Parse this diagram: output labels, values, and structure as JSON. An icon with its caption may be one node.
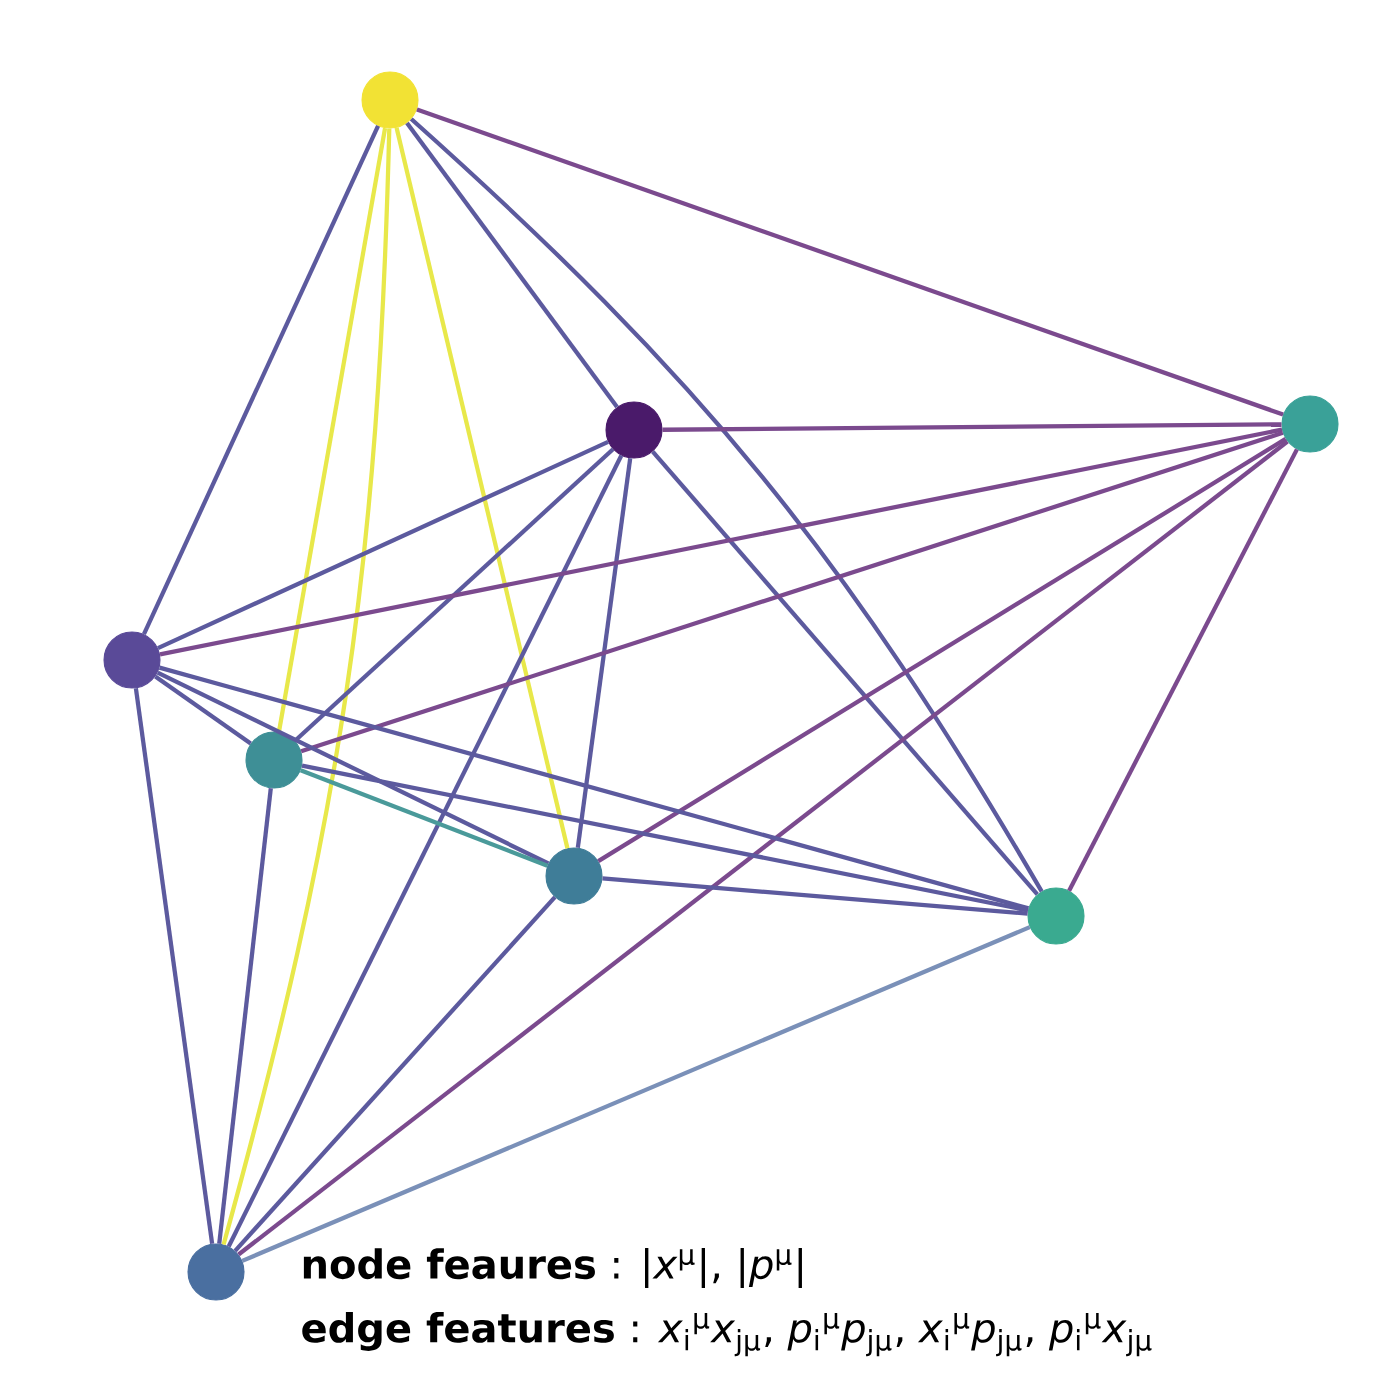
{
  "diagram": {
    "nodes": [
      {
        "text": [],
        "shape": "circle"
      },
      {
        "text": [],
        "shape": "circle"
      },
      {
        "text": [],
        "shape": "circle"
      },
      {
        "text": [],
        "shape": "circle"
      },
      {
        "text": [],
        "shape": "circle"
      },
      {
        "text": [],
        "shape": "circle"
      },
      {
        "text": [],
        "shape": "circle"
      },
      {
        "text": [],
        "shape": "circle"
      }
    ],
    "edges": [
      {
        "from": 0,
        "to": 1,
        "arrow": "none"
      },
      {
        "from": 0,
        "to": 2,
        "arrow": "none",
        "color": "#7b4a8e"
      },
      {
        "from": 0,
        "to": 3,
        "arrow": "none"
      },
      {
        "from": 0,
        "to": 4,
        "arrow": "none",
        "color": "#e8e84a"
      },
      {
        "from": 0,
        "to": 5,
        "arrow": "none",
        "color": "#e8e84a"
      },
      {
        "from": 0,
        "to": 6,
        "arrow": "none"
      },
      {
        "from": 0,
        "to": 7,
        "arrow": "none",
        "color": "#e8e84a"
      },
      {
        "from": 1,
        "to": 2,
        "arrow": "none",
        "color": "#7b4a8e"
      },
      {
        "from": 1,
        "to": 3,
        "arrow": "none"
      },
      {
        "from": 1,
        "to": 4,
        "arrow": "none"
      },
      {
        "from": 1,
        "to": 5,
        "arrow": "none"
      },
      {
        "from": 1,
        "to": 6,
        "arrow": "none"
      },
      {
        "from": 1,
        "to": 7,
        "arrow": "none"
      },
      {
        "from": 2,
        "to": 3,
        "arrow": "none",
        "color": "#7b4a8e"
      },
      {
        "from": 2,
        "to": 4,
        "arrow": "none",
        "color": "#7b4a8e"
      },
      {
        "from": 2,
        "to": 5,
        "arrow": "none",
        "color": "#7b4a8e"
      },
      {
        "from": 2,
        "to": 6,
        "arrow": "none",
        "color": "#7b4a8e"
      },
      {
        "from": 2,
        "to": 7,
        "arrow": "none",
        "color": "#7b4a8e"
      },
      {
        "from": 3,
        "to": 4,
        "arrow": "none"
      },
      {
        "from": 3,
        "to": 5,
        "arrow": "none"
      },
      {
        "from": 3,
        "to": 6,
        "arrow": "none"
      },
      {
        "from": 3,
        "to": 7,
        "arrow": "none"
      },
      {
        "from": 4,
        "to": 5,
        "arrow": "none",
        "color": "#4a9a9a"
      },
      {
        "from": 4,
        "to": 6,
        "arrow": "none"
      },
      {
        "from": 4,
        "to": 7,
        "arrow": "none"
      },
      {
        "from": 5,
        "to": 6,
        "arrow": "none"
      },
      {
        "from": 5,
        "to": 7,
        "arrow": "none"
      },
      {
        "from": 6,
        "to": 7,
        "arrow": "none",
        "color": "#7a90b8"
      }
    ],
    "labels": [
      "**node feaures** : |*x*$^{μ}$|, |*p*$^{μ}$|",
      "**edge features** : *x*$_{i}$$^{μ}$*x*$_{jμ}$, *p*$_{i}$$^{μ}$*p*$_{jμ}$, *x*$_{i}$$^{μ}$*p*$_{jμ}$, *p*$_{i}$$^{μ}$*x*$_{jμ}$"
    ]
  }
}
